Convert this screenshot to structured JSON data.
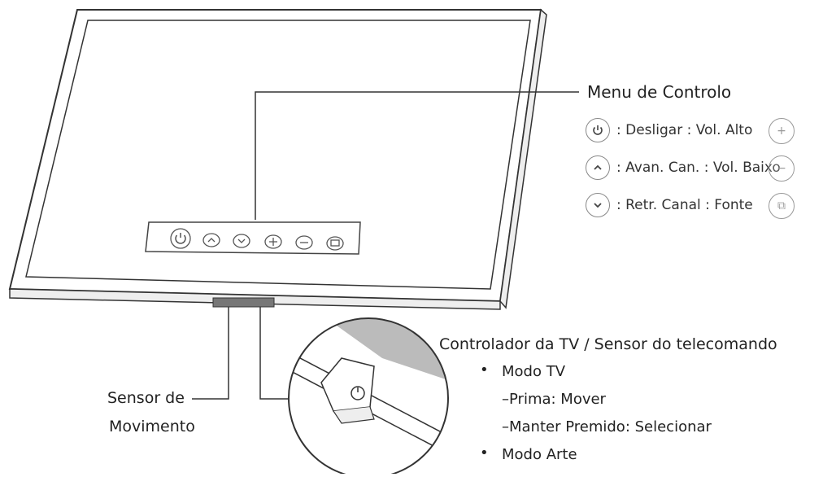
{
  "menu": {
    "title": "Menu de Controlo",
    "items": [
      {
        "icon": "power-icon",
        "text": ": Desligar : Vol. Alto",
        "right_icon": "plus-icon"
      },
      {
        "icon": "chevron-up-icon",
        "text": ": Avan. Can. : Vol. Baixo",
        "right_icon": "minus-icon"
      },
      {
        "icon": "chevron-down-icon",
        "text": ": Retr. Canal : Fonte",
        "right_icon": "source-icon"
      }
    ]
  },
  "controller": {
    "title": "Controlador da TV / Sensor do telecomando",
    "bullet1": "Modo TV",
    "sub1": "–Prima: Mover",
    "sub2": "–Manter Premido: Selecionar",
    "bullet2": "Modo Arte"
  },
  "motion_sensor": {
    "line1": "Sensor de",
    "line2": "Movimento"
  },
  "bullet_symbol": "•"
}
